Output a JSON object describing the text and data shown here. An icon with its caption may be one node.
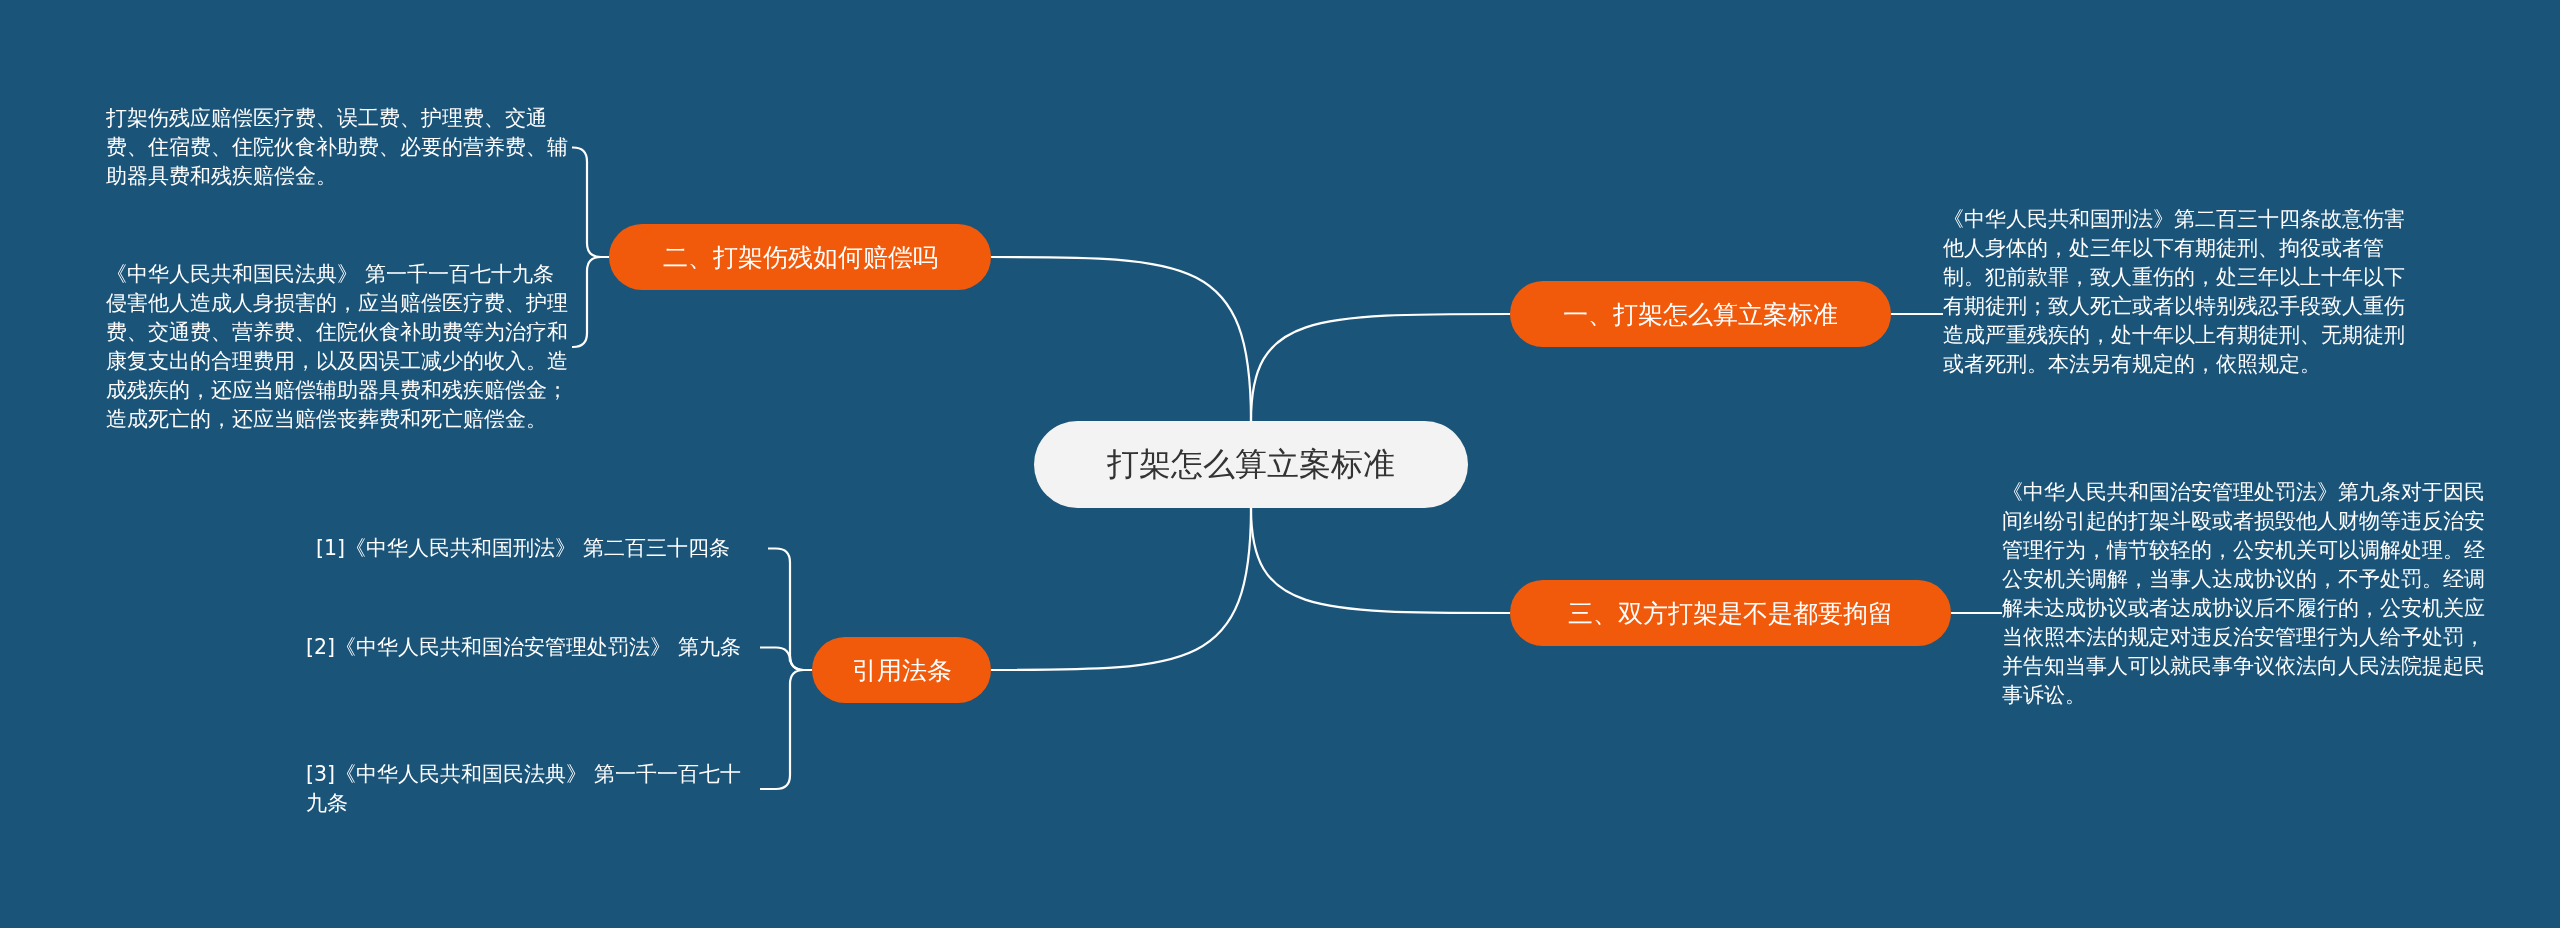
{
  "diagram": {
    "nodes": [
      {
        "text": [
          "打架怎么算立案标准"
        ]
      },
      {
        "text": [
          "一、打架怎么算立案标准"
        ]
      },
      {
        "text": [
          "《中华人民共和国刑法》第二百三十四条故意伤害他人身体的，处三年以下有期徒刑、拘役或者管制。犯前款罪，致人重伤的，处三年以上十年以下有期徒刑；致人死亡或者以特别残忍手段致人重伤造成严重残疾的，处十年以上有期徒刑、无期徒刑或者死刑。本法另有规定的，依照规定。"
        ]
      },
      {
        "text": [
          "二、打架伤残如何赔偿吗"
        ]
      },
      {
        "text": [
          "打架伤残应赔偿医疗费、误工费、护理费、交通费、住宿费、住院伙食补助费、必要的营养费、辅助器具费和残疾赔偿金。"
        ]
      },
      {
        "text": [
          "《中华人民共和国民法典》 第一千一百七十九条侵害他人造成人身损害的，应当赔偿医疗费、护理费、交通费、营养费、住院伙食补助费等为治疗和康复支出的合理费用，以及因误工减少的收入。造成残疾的，还应当赔偿辅助器具费和残疾赔偿金；造成死亡的，还应当赔偿丧葬费和死亡赔偿金。"
        ]
      },
      {
        "text": [
          "三、双方打架是不是都要拘留"
        ]
      },
      {
        "text": [
          "《中华人民共和国治安管理处罚法》第九条对于因民间纠纷引起的打架斗殴或者损毁他人财物等违反治安管理行为，情节较轻的，公安机关可以调解处理。经公安机关调解，当事人达成协议的，不予处罚。经调解未达成协议或者达成协议后不履行的，公安机关应当依照本法的规定对违反治安管理行为人给予处罚，并告知当事人可以就民事争议依法向人民法院提起民事诉讼。"
        ]
      },
      {
        "text": [
          "引用法条"
        ]
      },
      {
        "text": [
          "[1]《中华人民共和国刑法》 第二百三十四条"
        ]
      },
      {
        "text": [
          "[2]《中华人民共和国治安管理处罚法》 第九条"
        ]
      },
      {
        "text": [
          "[3]《中华人民共和国民法典》 第一千一百七十九条"
        ]
      }
    ],
    "edges": [
      {
        "from": 0,
        "to": 1,
        "arrow": "none"
      },
      {
        "from": 1,
        "to": 2,
        "arrow": "none"
      },
      {
        "from": 0,
        "to": 3,
        "arrow": "none"
      },
      {
        "from": 3,
        "to": 4,
        "arrow": "none"
      },
      {
        "from": 3,
        "to": 5,
        "arrow": "none"
      },
      {
        "from": 0,
        "to": 6,
        "arrow": "none"
      },
      {
        "from": 6,
        "to": 7,
        "arrow": "none"
      },
      {
        "from": 0,
        "to": 8,
        "arrow": "none"
      },
      {
        "from": 8,
        "to": 9,
        "arrow": "none"
      },
      {
        "from": 8,
        "to": 10,
        "arrow": "none"
      },
      {
        "from": 8,
        "to": 11,
        "arrow": "none"
      }
    ]
  }
}
